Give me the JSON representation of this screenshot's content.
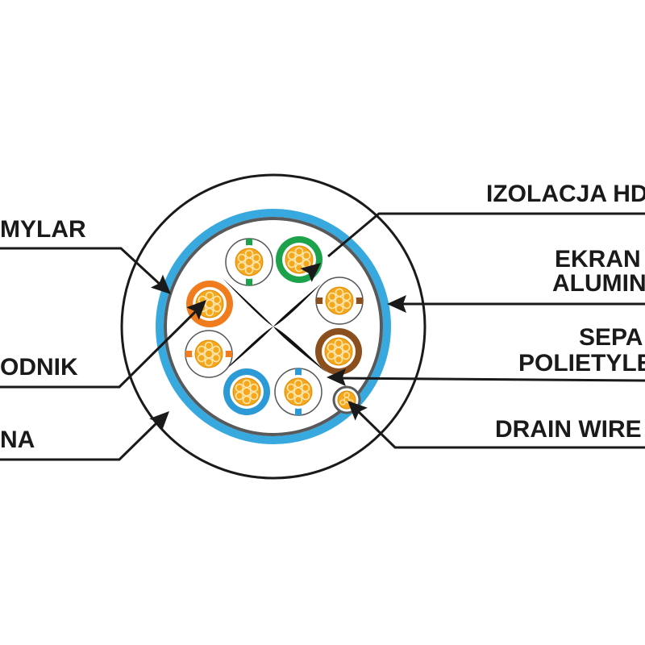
{
  "labels": {
    "izolacja": "IZOLACJA HD",
    "mylar": "MYLAR",
    "ekran_line1": "EKRAN",
    "ekran_line2": "ALUMIN",
    "przewodnik": "ODNIK",
    "separator_line1": "SEPA",
    "separator_line2": "POLIETYLE",
    "drain_wire": "DRAIN WIRE",
    "powloka": "NA"
  },
  "colors": {
    "ink": "#1a1a1a",
    "outer_jacket_stroke": "#1a1a1a",
    "mylar_blue": "#38a9de",
    "foil_gray": "#58595b",
    "copper": "#f6a81c",
    "copper_stroke": "#e08a00",
    "orange": "#f07c1e",
    "green": "#1ca24a",
    "brown": "#8b4f1d",
    "blue": "#2b9ad6"
  },
  "icons": {
    "separator": "cross-separator-icon",
    "arrow": "arrowhead-icon",
    "conductor": "stranded-copper-icon"
  }
}
